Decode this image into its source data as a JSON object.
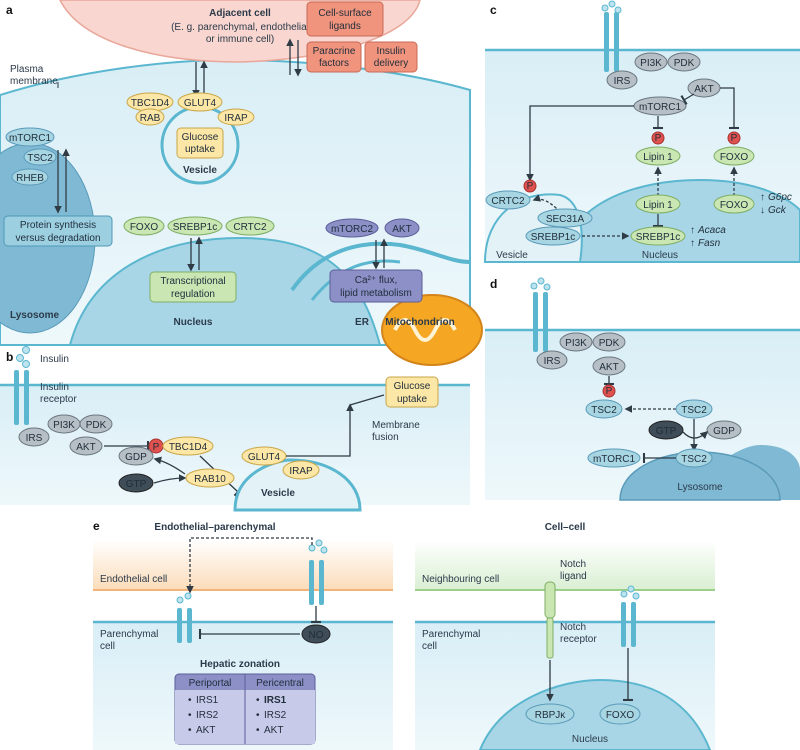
{
  "panels": {
    "a": "a",
    "b": "b",
    "c": "c",
    "d": "d",
    "e": "e"
  },
  "panel_a": {
    "adjacent_cell_title": "Adjacent cell",
    "adjacent_cell_line1": "(E. g. parenchymal, endothelial",
    "adjacent_cell_line2": "or immune cell)",
    "cell_surface_ligands_1": "Cell-surface",
    "cell_surface_ligands_2": "ligands",
    "paracrine_1": "Paracrine",
    "paracrine_2": "factors",
    "insulin_delivery_1": "Insulin",
    "insulin_delivery_2": "delivery",
    "plasma_membrane_1": "Plasma",
    "plasma_membrane_2": "membrane",
    "tbc1d4": "TBC1D4",
    "glut4": "GLUT4",
    "rab": "RAB",
    "irap": "IRAP",
    "glucose_uptake_1": "Glucose",
    "glucose_uptake_2": "uptake",
    "vesicle": "Vesicle",
    "mtorc1": "mTORC1",
    "tsc2": "TSC2",
    "rheb": "RHEB",
    "protein_synthesis_1": "Protein synthesis",
    "protein_synthesis_2": "versus degradation",
    "lysosome": "Lysosome",
    "foxo": "FOXO",
    "srebp1c": "SREBP1c",
    "crtc2": "CRTC2",
    "transcriptional_1": "Transcriptional",
    "transcriptional_2": "regulation",
    "nucleus": "Nucleus",
    "mtorc2": "mTORC2",
    "akt": "AKT",
    "ca_flux_1": "Ca²⁺ flux,",
    "ca_flux_2": "lipid metabolism",
    "er": "ER",
    "mitochondrion": "Mitochondrion"
  },
  "panel_b": {
    "insulin": "Insulin",
    "insulin_receptor_1": "Insulin",
    "insulin_receptor_2": "receptor",
    "irs": "IRS",
    "pi3k": "PI3K",
    "pdk": "PDK",
    "akt": "AKT",
    "p": "P",
    "tbc1d4": "TBC1D4",
    "gdp": "GDP",
    "gtp": "GTP",
    "rab10": "RAB10",
    "glut4": "GLUT4",
    "irap": "IRAP",
    "vesicle": "Vesicle",
    "glucose_uptake_1": "Glucose",
    "glucose_uptake_2": "uptake",
    "membrane_fusion_1": "Membrane",
    "membrane_fusion_2": "fusion"
  },
  "panel_c": {
    "pi3k": "PI3K",
    "pdk": "PDK",
    "irs": "IRS",
    "akt": "AKT",
    "mtorc1": "mTORC1",
    "lipin1": "Lipin 1",
    "foxo": "FOXO",
    "crtc2": "CRTC2",
    "sec31a": "SEC31A",
    "srebp1c": "SREBP1c",
    "g6pc": "G6pc",
    "gck": "Gck",
    "acaca": "Acaca",
    "fasn": "Fasn",
    "vesicle": "Vesicle",
    "nucleus": "Nucleus",
    "p": "P"
  },
  "panel_d": {
    "pi3k": "PI3K",
    "pdk": "PDK",
    "irs": "IRS",
    "akt": "AKT",
    "p": "P",
    "tsc2": "TSC2",
    "gtp": "GTP",
    "gdp": "GDP",
    "mtorc1": "mTORC1",
    "lysosome": "Lysosome"
  },
  "panel_e": {
    "title_left": "Endothelial–parenchymal",
    "title_right": "Cell–cell",
    "endothelial_cell": "Endothelial cell",
    "parenchymal_1": "Parenchymal",
    "parenchymal_2": "cell",
    "no": "NO",
    "hepatic_zonation": "Hepatic zonation",
    "periportal": "Periportal",
    "pericentral": "Pericentral",
    "periportal_items": [
      "IRS1",
      "IRS2",
      "AKT"
    ],
    "pericentral_items": [
      "IRS1",
      "IRS2",
      "AKT"
    ],
    "neighbouring_cell": "Neighbouring cell",
    "notch_ligand_1": "Notch",
    "notch_ligand_2": "ligand",
    "notch_receptor_1": "Notch",
    "notch_receptor_2": "receptor",
    "rbpjk": "RBPJκ",
    "foxo": "FOXO",
    "nucleus": "Nucleus"
  },
  "colors": {
    "membrane": "#5bb7cf",
    "cytoplasm": "#e3f2f7",
    "nucleus": "#a9d6e6",
    "adjacent": "#f9d6cf",
    "salmon_box": "#f0947e",
    "yellow": "#fce7a6",
    "green": "#c9e6b3",
    "teal": "#a8d5e2",
    "grey": "#b7bfc6",
    "purple": "#8d90c7",
    "mito": "#f5a623",
    "dark": "#3f4d58",
    "phospho": "#e0524f"
  }
}
